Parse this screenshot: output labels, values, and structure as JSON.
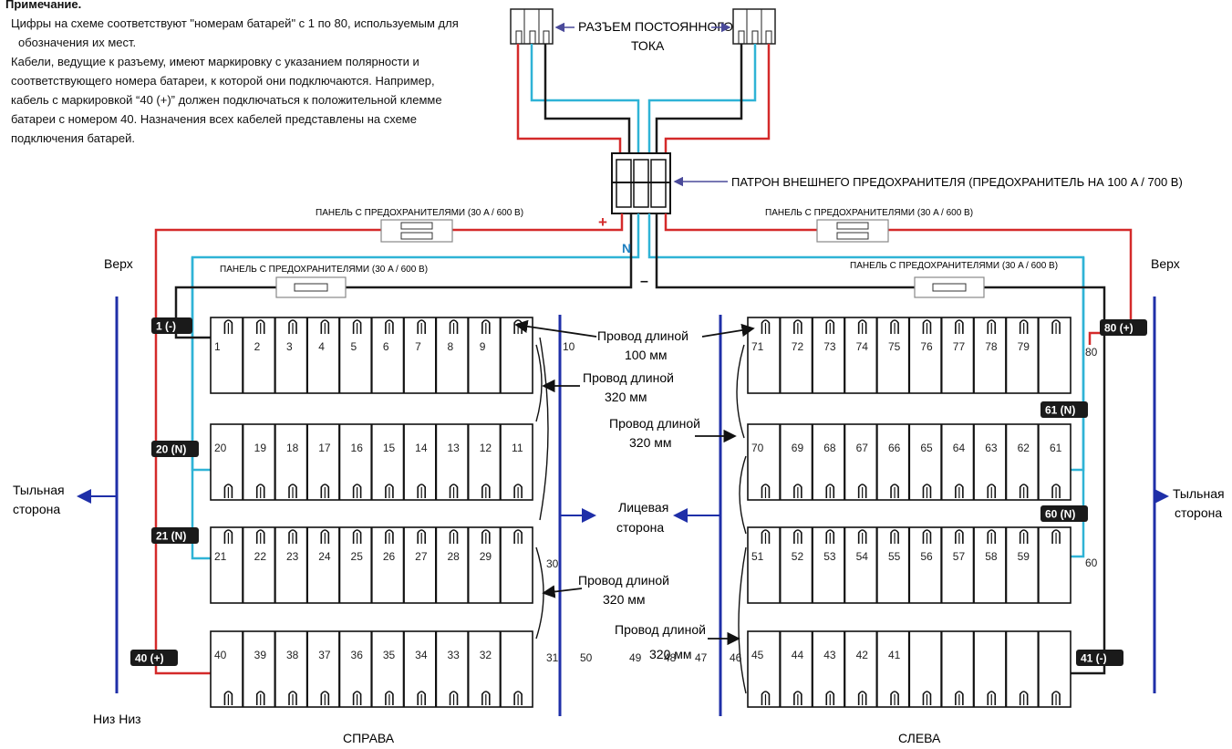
{
  "note": {
    "title": "Примечание.",
    "line1a": "Цифры на схеме соответствуют \"номерам батарей\" с 1 по 80, используемым для",
    "line1b": "обозначения их мест.",
    "line2a": "Кабели, ведущие к разъему, имеют маркировку с указанием полярности и",
    "line2b": "соответствующего номера батареи, к которой они подключаются. Например,",
    "line2c": "кабель с маркировкой “40 (+)” должен подключаться к положительной клемме",
    "line2d": "батареи с номером 40. Назначения всех кабелей представлены на схеме",
    "line2e": "подключения батарей."
  },
  "connector": {
    "line1": "РАЗЪЕМ ПОСТОЯННОГО",
    "line2": "ТОКА"
  },
  "fuse_holder": "ПАТРОН ВНЕШНЕГО ПРЕДОХРАНИТЕЛЯ (ПРЕДОХРАНИТЕЛЬ НА 100 A / 700 B)",
  "fuse_panel": "ПАНЕЛЬ С ПРЕДОХРАНИТЕЛЯМИ (30 A / 600 B)",
  "polarity": {
    "plus": "+",
    "neutral": "N",
    "minus": "–"
  },
  "labels": {
    "top": "Верх",
    "bottom": "Низ Низ",
    "back_line1": "Тыльная",
    "back_line2": "сторона",
    "front_line1": "Лицевая",
    "front_line2": "сторона",
    "right_side": "СПРАВА",
    "left_side": "СЛЕВА",
    "wire_word": "Провод длиной",
    "wire_100": "100 мм",
    "wire_320": "320 мм"
  },
  "terminals": {
    "t1": "1 (-)",
    "t20": "20 (N)",
    "t21": "21 (N)",
    "t40": "40 (+)",
    "t80": "80 (+)",
    "t61": "61 (N)",
    "t60": "60 (N)",
    "t41": "41 (-)"
  },
  "batteries": {
    "left_rows": [
      [
        "1",
        "2",
        "3",
        "4",
        "5",
        "6",
        "7",
        "8",
        "9"
      ],
      [
        "20",
        "19",
        "18",
        "17",
        "16",
        "15",
        "14",
        "13",
        "12",
        "11"
      ],
      [
        "21",
        "22",
        "23",
        "24",
        "25",
        "26",
        "27",
        "28",
        "29"
      ],
      [
        "40",
        "39",
        "38",
        "37",
        "36",
        "35",
        "34",
        "33",
        "32"
      ]
    ],
    "right_rows": [
      [
        "71",
        "72",
        "73",
        "74",
        "75",
        "76",
        "77",
        "78",
        "79"
      ],
      [
        "70",
        "69",
        "68",
        "67",
        "66",
        "65",
        "64",
        "63",
        "62",
        "61"
      ],
      [
        "51",
        "52",
        "53",
        "54",
        "55",
        "56",
        "57",
        "58",
        "59"
      ],
      [
        "45",
        "44",
        "43",
        "42",
        "41"
      ]
    ],
    "outside": [
      "10",
      "80",
      "30",
      "60",
      "31",
      "50",
      "49",
      "48",
      "47",
      "46"
    ]
  },
  "colors": {
    "positive": "#d42a2a",
    "neutral": "#2fb3d6",
    "negative": "#1a1a1a",
    "axis": "#1f2fa8"
  }
}
